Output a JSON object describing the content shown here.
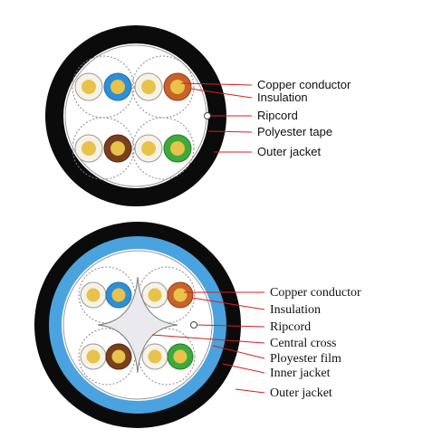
{
  "cable_top": {
    "labels": {
      "copper_conductor": "Copper conductor",
      "insulation": "Insulation",
      "ripcord": "Ripcord",
      "polyester_tape": "Polyester tape",
      "outer_jacket": "Outer jacket"
    }
  },
  "cable_bottom": {
    "labels": {
      "copper_conductor": "Copper conductor",
      "insulation": "Insulation",
      "ripcord": "Ripcord",
      "central_cross": "Central cross",
      "ployester_film": "Ployester film",
      "inner_jacket": "Inner jacket",
      "outer_jacket": "Outer jacket"
    }
  },
  "colors": {
    "jacket": "#0b0b0b",
    "inner_jacket": "#4aa3de",
    "leader_line": "#d42020",
    "copper": "#e8c24a",
    "insulation_blue": "#2f8fd6",
    "insulation_orange": "#c9622a",
    "insulation_brown": "#7a3f1c",
    "insulation_green": "#3cab3c",
    "insulation_white": "#f6f2e6"
  }
}
